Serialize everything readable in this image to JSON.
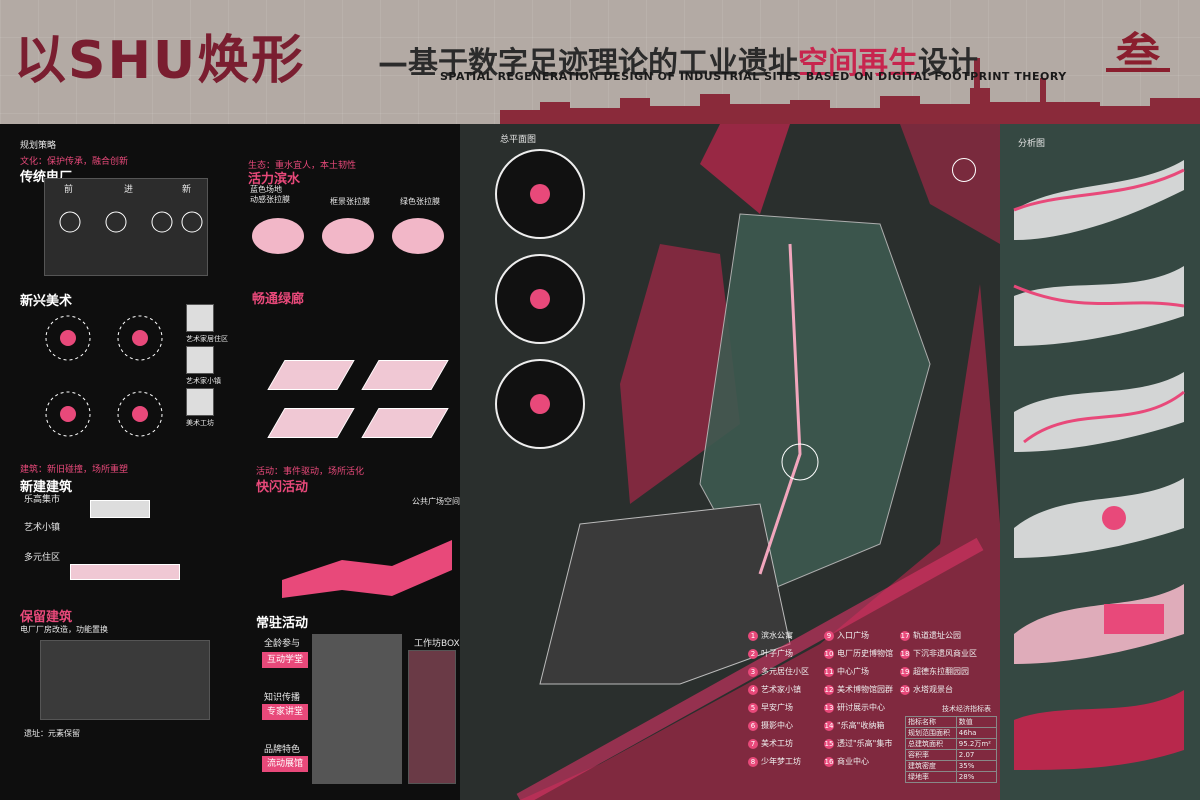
{
  "header": {
    "title_main": "以SHU焕形",
    "title_sub_a": "—基于数字足迹理论的工业遗址",
    "title_sub_b": "空间再生",
    "title_sub_c": "设计",
    "title_en": "SPATIAL REGENERATION DESIGN OF INDUSTRIAL SITES BASED ON DIGITAL FOOTPRINT THEORY",
    "sheet_number": "叁"
  },
  "left": {
    "strategy_label": "规划策略",
    "culture_line": "文化：保护传承，融合创新",
    "traditional_plant": "传统电厂",
    "process_steps": [
      "前",
      "进",
      "新"
    ],
    "emerging_art": "新兴美术",
    "ecology_line": "生态：重水宜人，本土韧性",
    "vital_water": "活力滨水",
    "water_items": [
      "蓝色场地",
      "框景张拉膜",
      "绿色张拉膜"
    ],
    "water_caption": "动感张拉膜",
    "green_corridor": "畅通绿廊",
    "side_items": [
      "艺术家居住区",
      "艺术家小镇",
      "美术工坊"
    ],
    "architecture_line": "建筑：新旧碰撞，场所重塑",
    "new_building": "新建建筑",
    "new_items": [
      "乐高集市",
      "艺术小镇",
      "多元住区"
    ],
    "activity_line": "活动：事件驱动，场所活化",
    "flash_activity": "快闪活动",
    "public_plaza": "公共广场空间",
    "preserve": "保留建筑",
    "preserve_sub": "电厂厂房改造，功能置换",
    "site_label": "遗址：元素保留",
    "resident": "常驻活动",
    "resident_items": [
      "全龄参与",
      "互动学堂",
      "知识传播",
      "专家讲堂",
      "品牌特色",
      "流动展馆"
    ],
    "workshop_box": "工作坊BOX"
  },
  "map": {
    "label": "总平面图",
    "legend": [
      {
        "n": "1",
        "t": "滨水公寓"
      },
      {
        "n": "2",
        "t": "叶子广场"
      },
      {
        "n": "3",
        "t": "多元居住小区"
      },
      {
        "n": "4",
        "t": "艺术家小镇"
      },
      {
        "n": "5",
        "t": "早安广场"
      },
      {
        "n": "6",
        "t": "摄影中心"
      },
      {
        "n": "7",
        "t": "美术工坊"
      },
      {
        "n": "8",
        "t": "少年梦工坊"
      },
      {
        "n": "9",
        "t": "入口广场"
      },
      {
        "n": "10",
        "t": "电厂历史博物馆"
      },
      {
        "n": "11",
        "t": "中心广场"
      },
      {
        "n": "12",
        "t": "美术博物馆园群"
      },
      {
        "n": "13",
        "t": "研讨展示中心"
      },
      {
        "n": "14",
        "t": "\"乐高\"收纳箱"
      },
      {
        "n": "15",
        "t": "透过\"乐高\"集市"
      },
      {
        "n": "16",
        "t": "商业中心"
      },
      {
        "n": "17",
        "t": "轨道遗址公园"
      },
      {
        "n": "18",
        "t": "下沉非遗风商业区"
      },
      {
        "n": "19",
        "t": "超德东拉翻园园"
      },
      {
        "n": "20",
        "t": "水塔观景台"
      }
    ],
    "stats_title": "技术经济指标表",
    "stats": [
      [
        "指标名称",
        "数值"
      ],
      [
        "规划范围面积",
        "46ha"
      ],
      [
        "总建筑面积",
        "95.2万m²"
      ],
      [
        "容积率",
        "2.07"
      ],
      [
        "建筑密度",
        "35%"
      ],
      [
        "绿地率",
        "28%"
      ]
    ]
  },
  "right": {
    "label": "分析图"
  },
  "colors": {
    "accent": "#e8497a",
    "dark": "#141414",
    "header": "#b3aaa4",
    "map_green": "#354842"
  }
}
